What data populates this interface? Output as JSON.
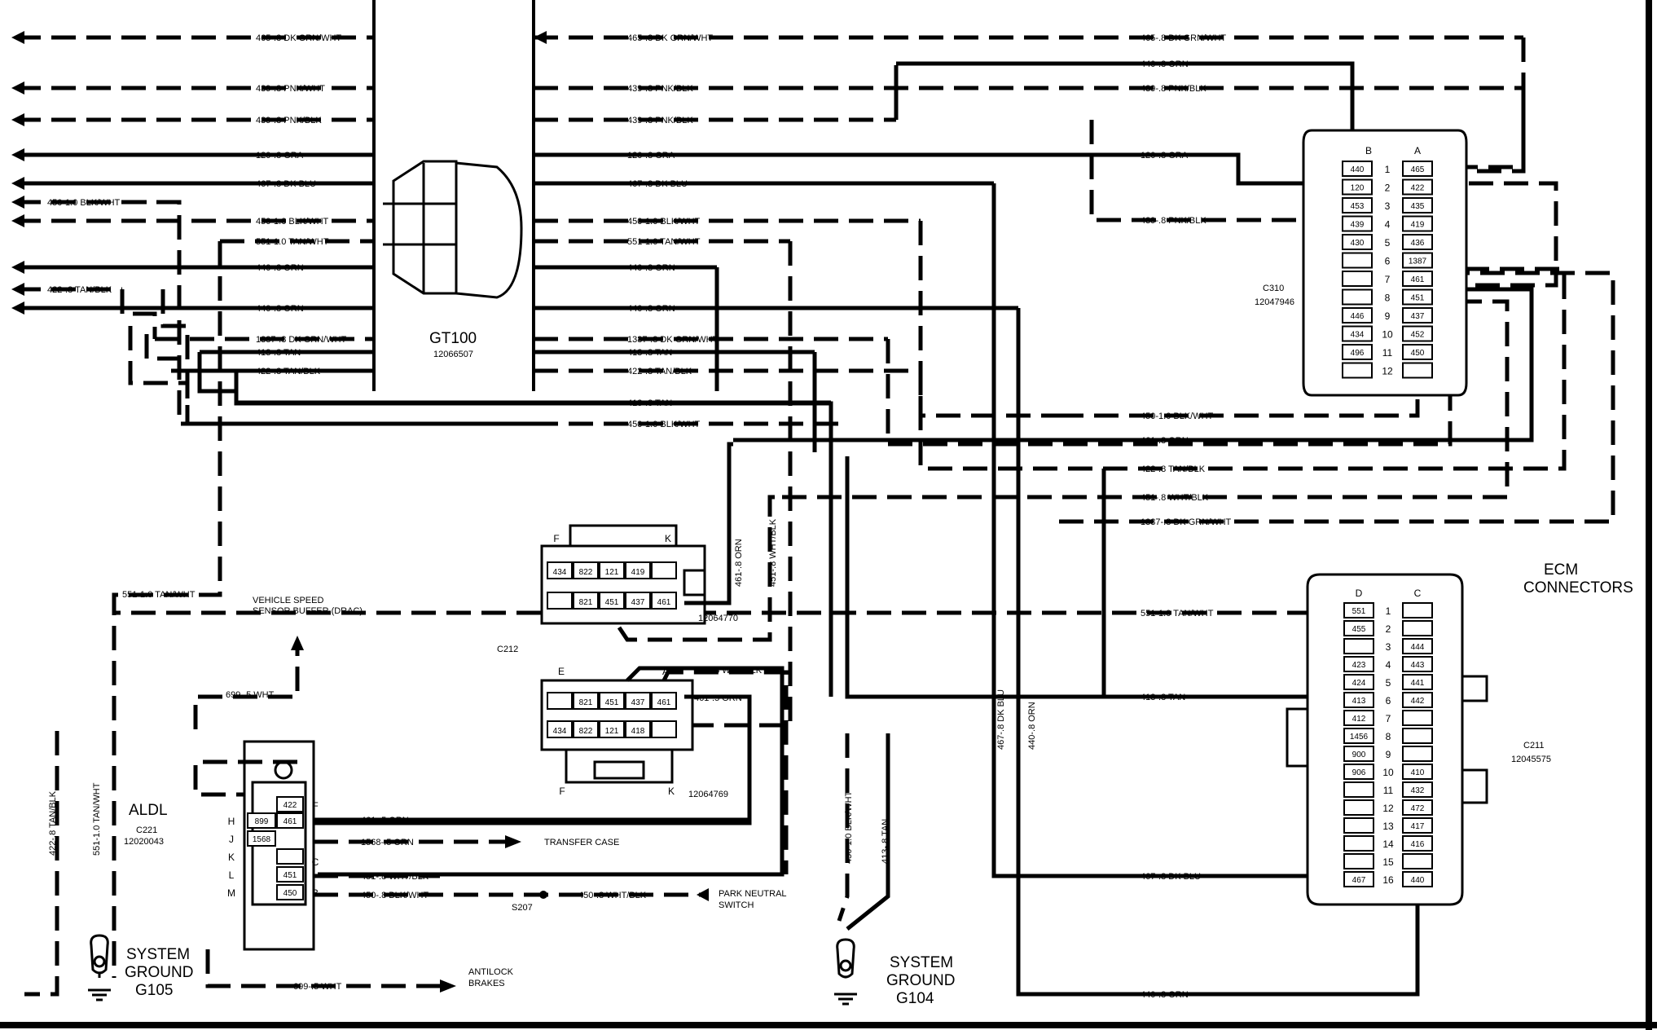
{
  "diagram": {
    "gt100": {
      "name": "GT100",
      "part": "12066507"
    },
    "left_wire_labels": [
      "465-.8 DK GRN/WHT",
      "439-.8 PNK/WHT",
      "439-.8 PNK/BLK",
      "120-.8 GRA",
      "467-.8 DK BLU",
      "450-1.0 BLK/WHT",
      "450-1.0 BLK/WHT",
      "551-1.0 TAN/WHT",
      "440-.8 ORN",
      "422-.8 TAN/BLK",
      "440-.8 ORN",
      "1387-.8 DK GRN/WHT",
      "413-.8 TAN",
      "422-.8 TAN/BLK"
    ],
    "mid_wire_labels": [
      "465-.8 DK GRN/WHT",
      "439-.8 PNK/BLK",
      "439-.8 PNK/BLK",
      "120-.8 GRA",
      "467-.8 DK BLU",
      "450-1.0 BLK/WHT",
      "551-1.0 TAN/WHT",
      "440-.8 ORN",
      "440-.8 ORN",
      "1387-.8 DK GRN/WHT",
      "413-.8 TAN",
      "422-.8 TAN/BLK",
      "413-.8 TAN",
      "450-1.0 BLK/WHT"
    ],
    "right_wire_labels": [
      "465-.8 DK GRN/WHT",
      "440-.8 ORN",
      "439-.8 PNK/BLK",
      "120-.8 GRA",
      "439-.8 PNK/BLK",
      "450-1.0 BLK/WHT",
      "461-.8 ORN",
      "422-.8 TAN/BLK",
      "451-.8 WHT/BLK",
      "1387-.8 DK GRN/WHT",
      "551-1.0 TAN/WHT",
      "413-.8 TAN",
      "467-.8 DK BLU",
      "440-.8 ORN"
    ],
    "vertical_labels": [
      "467-.8 DK BLU",
      "440-.8 ORN",
      "461-.8 ORN",
      "451-.8 WHT/BLK",
      "450-1.0 BLK/WHT",
      "413-.8 TAN",
      "422-.8 TAN/BLK",
      "551-1.0 TAN/WHT"
    ],
    "c310": {
      "name": "C310",
      "part": "12047946",
      "col_b": "B",
      "col_a": "A",
      "rows": [
        "1",
        "2",
        "3",
        "4",
        "5",
        "6",
        "7",
        "8",
        "9",
        "10",
        "11",
        "12"
      ],
      "b_pins": [
        "440",
        "120",
        "453",
        "439",
        "430",
        "",
        "",
        "",
        "446",
        "434",
        "496",
        ""
      ],
      "a_pins": [
        "465",
        "422",
        "435",
        "419",
        "436",
        "1387",
        "461",
        "451",
        "437",
        "452",
        "450",
        ""
      ]
    },
    "c211": {
      "name": "C211",
      "part": "12045575",
      "col_d": "D",
      "col_c": "C",
      "rows": [
        "1",
        "2",
        "3",
        "4",
        "5",
        "6",
        "7",
        "8",
        "9",
        "10",
        "11",
        "12",
        "13",
        "14",
        "15",
        "16"
      ],
      "d_pins": [
        "551",
        "455",
        "",
        "423",
        "424",
        "413",
        "412",
        "1456",
        "900",
        "906",
        "",
        "",
        "",
        "",
        "",
        "467"
      ],
      "c_pins": [
        "",
        "",
        "444",
        "443",
        "441",
        "442",
        "",
        "",
        "",
        "410",
        "432",
        "472",
        "417",
        "416",
        "",
        "440"
      ]
    },
    "ecm_label_1": "ECM",
    "ecm_label_2": "CONNECTORS",
    "c212": {
      "name": "C212",
      "top_part": "12064770",
      "bottom_part": "12064769",
      "top_letters": [
        "F",
        "K"
      ],
      "bottom_letters": [
        "E",
        "A",
        "F",
        "K"
      ],
      "row1": [
        "434",
        "822",
        "121",
        "419",
        ""
      ],
      "row2": [
        "",
        "821",
        "451",
        "437",
        "461"
      ],
      "row3": [
        "",
        "821",
        "451",
        "437",
        "461"
      ],
      "row4": [
        "434",
        "822",
        "121",
        "418",
        ""
      ]
    },
    "aldl": {
      "name": "ALDL",
      "conn": "C221",
      "part": "12020043",
      "letters_left": [
        "H",
        "J",
        "K",
        "L",
        "M"
      ],
      "letters_right": [
        "F",
        "E",
        "C",
        "B"
      ],
      "pins": [
        "422",
        "899",
        "461",
        "1568",
        "",
        "451",
        "450"
      ]
    },
    "vss_label_1": "VEHICLE SPEED",
    "vss_label_2": "SENSOR BUFFER (DRAC)",
    "aldl_wires": [
      "699-.5 WHT",
      "461-.5 ORN",
      "1568-.5 ORN",
      "451-.8 WHT/BLK",
      "450-.8 BLK/WHT",
      "450-.8 WHT/BLK",
      "699-.5 WHT",
      "551-1.0 TAN/WHT",
      "451-.8 WHT/BLK",
      "461-.5 ORN"
    ],
    "transfer_case": "TRANSFER CASE",
    "park_neutral_1": "PARK NEUTRAL",
    "park_neutral_2": "SWITCH",
    "antilock_1": "ANTILOCK",
    "antilock_2": "BRAKES",
    "splice": "S207",
    "g105": [
      "SYSTEM",
      "GROUND",
      "G105"
    ],
    "g104": [
      "SYSTEM",
      "GROUND",
      "G104"
    ]
  }
}
